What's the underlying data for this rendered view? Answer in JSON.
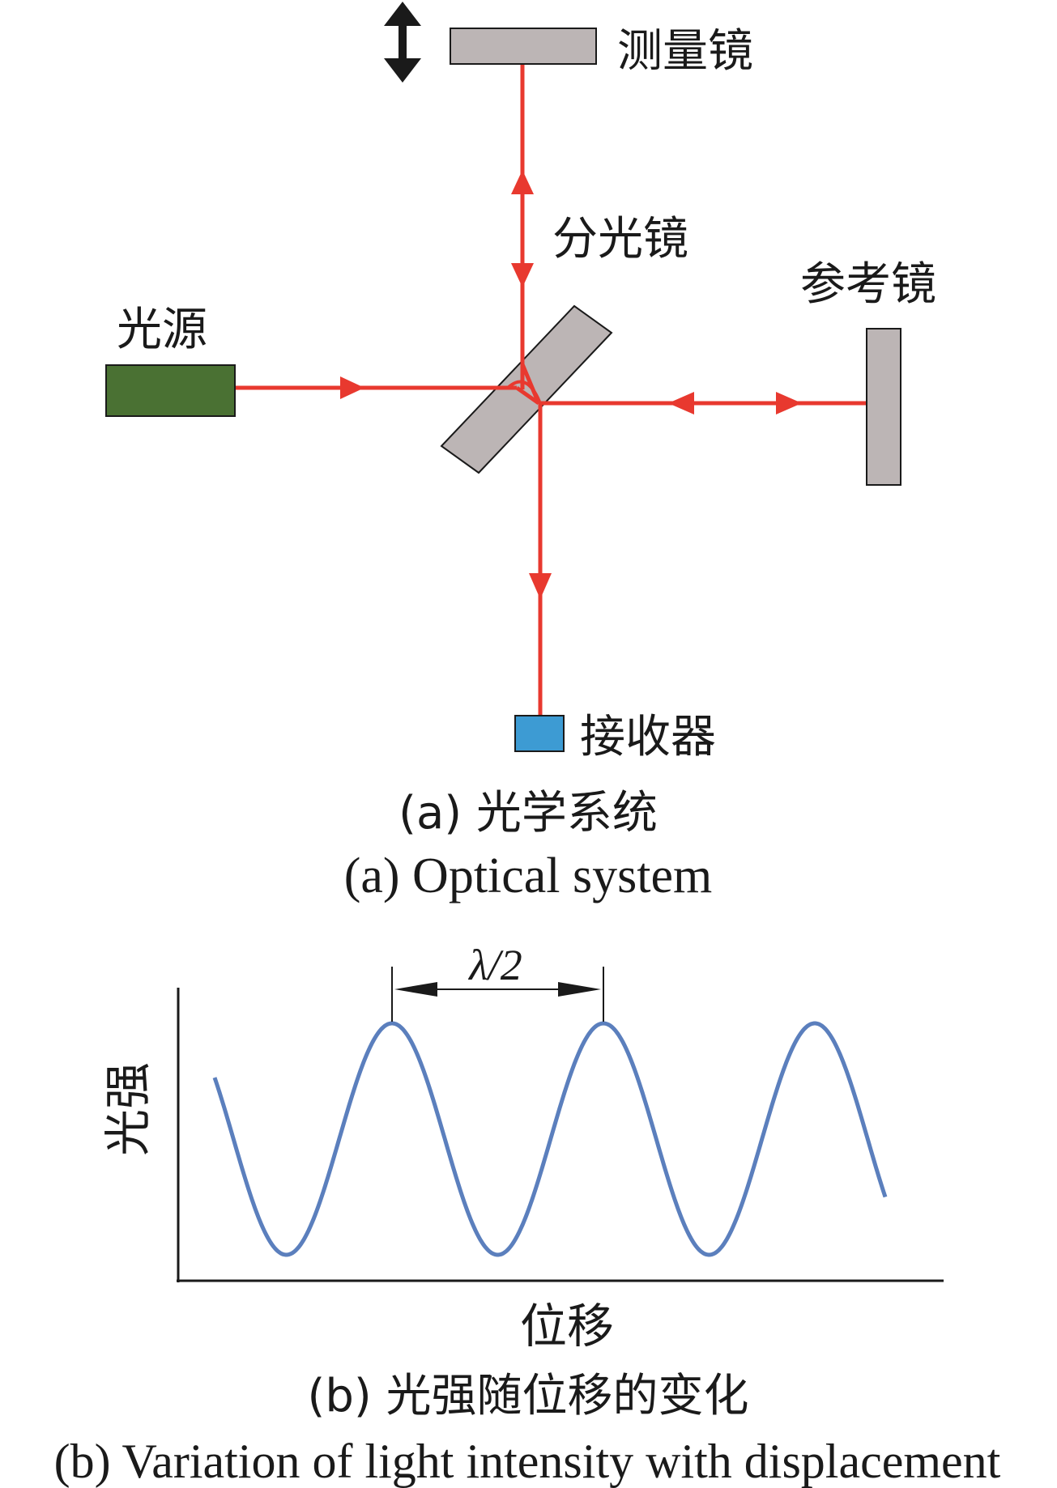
{
  "diagram_a": {
    "labels": {
      "measurement_mirror": "测量镜",
      "beam_splitter": "分光镜",
      "reference_mirror": "参考镜",
      "light_source": "光源",
      "receiver": "接收器"
    },
    "caption_cn": "(a) 光学系统",
    "caption_en": "(a) Optical system"
  },
  "diagram_b": {
    "y_label": "光强",
    "x_label": "位移",
    "period_label": "λ/2",
    "caption_cn": "(b) 光强随位移的变化",
    "caption_en": "(b) Variation of light intensity with displacement"
  },
  "colors": {
    "beam": "#e8392f",
    "mirror": "#bcb5b5",
    "source": "#4a7133",
    "receiver": "#3d9bd3",
    "wave": "#5b7fbd"
  }
}
